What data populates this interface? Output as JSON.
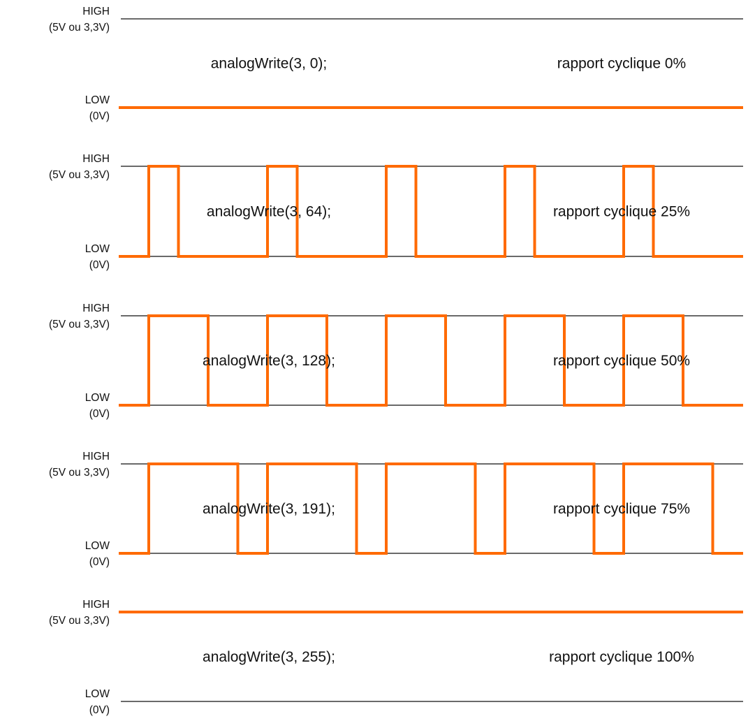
{
  "labels": {
    "high": "HIGH",
    "high_voltage": "(5V ou 3,3V)",
    "low": "LOW",
    "low_voltage": "(0V)"
  },
  "colors": {
    "signal": "#ff6a00",
    "reference_line": "#111111",
    "background": "#ffffff"
  },
  "signals": {
    "periods": 5,
    "rows": [
      {
        "command": "analogWrite(3, 0);",
        "duty_label": "rapport cyclique 0%",
        "duty_fraction": 0
      },
      {
        "command": "analogWrite(3, 64);",
        "duty_label": "rapport cyclique 25%",
        "duty_fraction": 0.25
      },
      {
        "command": "analogWrite(3, 128);",
        "duty_label": "rapport cyclique 50%",
        "duty_fraction": 0.5
      },
      {
        "command": "analogWrite(3, 191);",
        "duty_label": "rapport cyclique 75%",
        "duty_fraction": 0.75
      },
      {
        "command": "analogWrite(3, 255);",
        "duty_label": "rapport cyclique 100%",
        "duty_fraction": 1
      }
    ]
  }
}
